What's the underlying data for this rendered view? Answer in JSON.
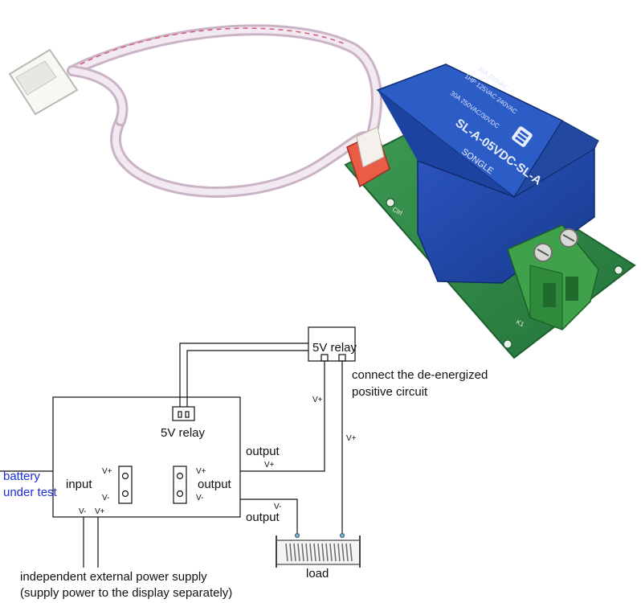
{
  "photo": {
    "relay_top_text": "SL-A-05VDC-SL-A",
    "relay_brand": "SONGLE",
    "relay_rating": "30A 250VAC/30VDC",
    "relay_rating_2": "1HP 125VAC 240VAC",
    "relay_rating_3": "30A 250VAC",
    "pcb_mark_1": "K1",
    "pcb_mark_2": "Ctrl",
    "colors": {
      "relay_body": "#1d3f9a",
      "pcb": "#2f8a43",
      "terminal": "#3fa24a",
      "connector": "#e95c45",
      "wire": "#e6d6e4"
    }
  },
  "diagram": {
    "relay_top_label": "5V relay",
    "relay_inner_label": "5V relay",
    "connect_note_line1": "connect the de-energized",
    "connect_note_line2": "positive circuit",
    "vplus_relay_left": "V+",
    "vplus_relay_right": "V+",
    "output_top": "output",
    "output_top_vplus": "V+",
    "output_mid": "output",
    "output_bottom": "output",
    "output_bottom_vminus": "V-",
    "battery_line1": "battery",
    "battery_line2": "under test",
    "input_label": "input",
    "input_vplus": "V+",
    "input_vminus": "V-",
    "out_vplus": "V+",
    "out_vminus": "V-",
    "supply_vminus": "V-",
    "supply_vplus": "V+",
    "load_label": "load",
    "supply_line1": "independent external power supply",
    "supply_line2": "(supply power to the display separately)",
    "colors": {
      "line": "#111111",
      "battery_text": "#1a2fd6"
    }
  }
}
